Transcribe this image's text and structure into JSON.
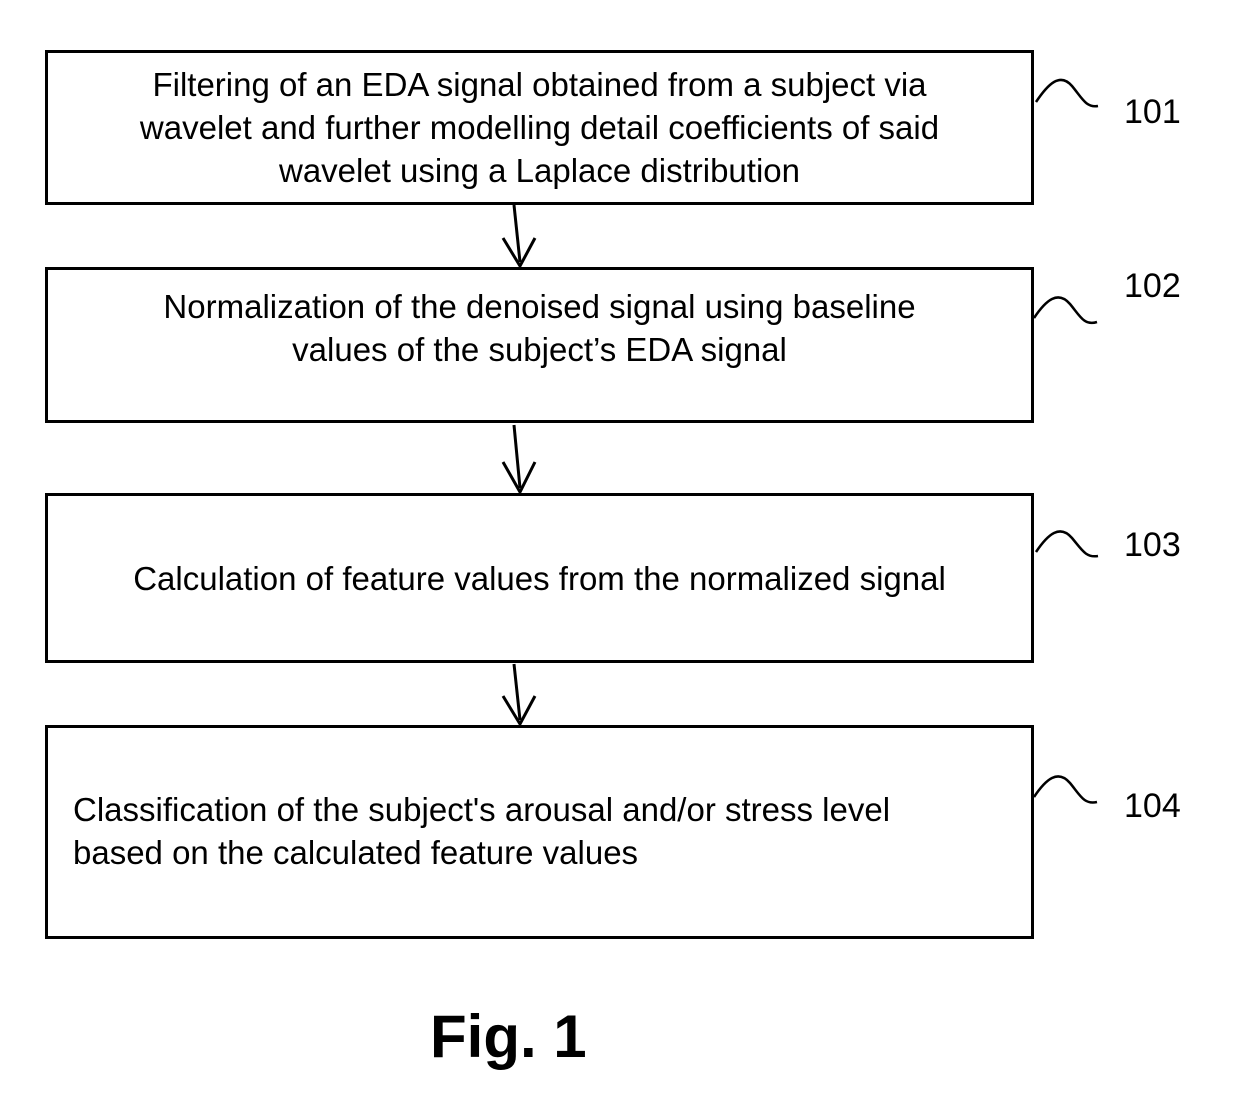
{
  "steps": [
    {
      "ref": "101",
      "lines": [
        "Filtering of an EDA signal obtained from a subject via",
        "wavelet and further modelling detail coefficients of said",
        "wavelet using a Laplace distribution"
      ]
    },
    {
      "ref": "102",
      "lines": [
        "Normalization of the denoised signal using baseline",
        "values of the subject’s EDA signal"
      ]
    },
    {
      "ref": "103",
      "lines": [
        "Calculation of feature values from the normalized signal"
      ]
    },
    {
      "ref": "104",
      "lines": [
        "Classification of the subject's arousal and/or stress level",
        "based on the calculated feature values"
      ]
    }
  ],
  "caption": "Fig. 1"
}
